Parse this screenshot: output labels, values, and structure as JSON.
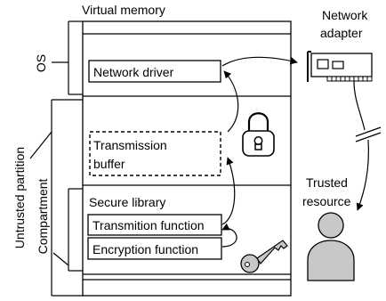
{
  "labels": {
    "virtual_memory": "Virtual memory",
    "os": "OS",
    "untrusted_partition": "Untrusted partition",
    "compartment": "Compartment",
    "network_driver": "Network driver",
    "transmission_buffer_line1": "Transmission",
    "transmission_buffer_line2": "buffer",
    "secure_library": "Secure library",
    "transmition_function": "Transmition function",
    "encryption_function": "Encryption function",
    "network_adapter_line1": "Network",
    "network_adapter_line2": "adapter",
    "trusted_resource_line1": "Trusted",
    "trusted_resource_line2": "resource"
  },
  "icons": {
    "lock": "padlock-icon",
    "key": "key-icon",
    "network_card": "network-card-icon",
    "person": "person-icon"
  },
  "colors": {
    "stroke": "#000000",
    "icon_fill": "#c8c8c8",
    "background": "#ffffff"
  }
}
